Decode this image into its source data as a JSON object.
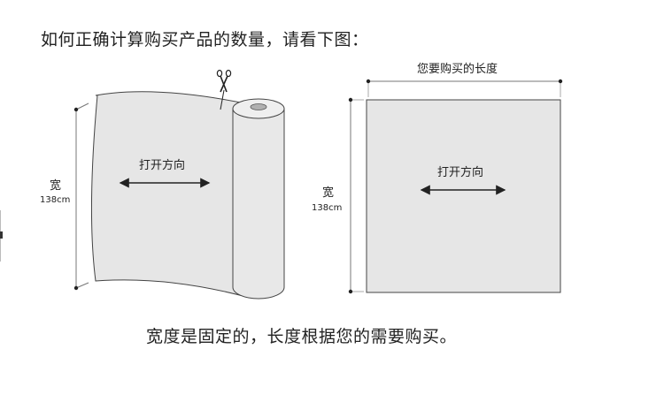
{
  "heading": "如何正确计算购买产品的数量，请看下图：",
  "footer_note": "宽度是固定的，长度根据您的需要购买。",
  "roll_panel": {
    "direction_label": "打开方向",
    "width_label": "宽",
    "width_value": "138cm"
  },
  "sheet_panel": {
    "length_label": "您要购买的长度",
    "direction_label": "打开方向",
    "width_label": "宽",
    "width_value": "138cm"
  },
  "colors": {
    "panel_fill": "#e6e6e6",
    "outline": "#444444",
    "roll_core": "#b0b0b0"
  },
  "icons": [
    "scissors-icon"
  ]
}
